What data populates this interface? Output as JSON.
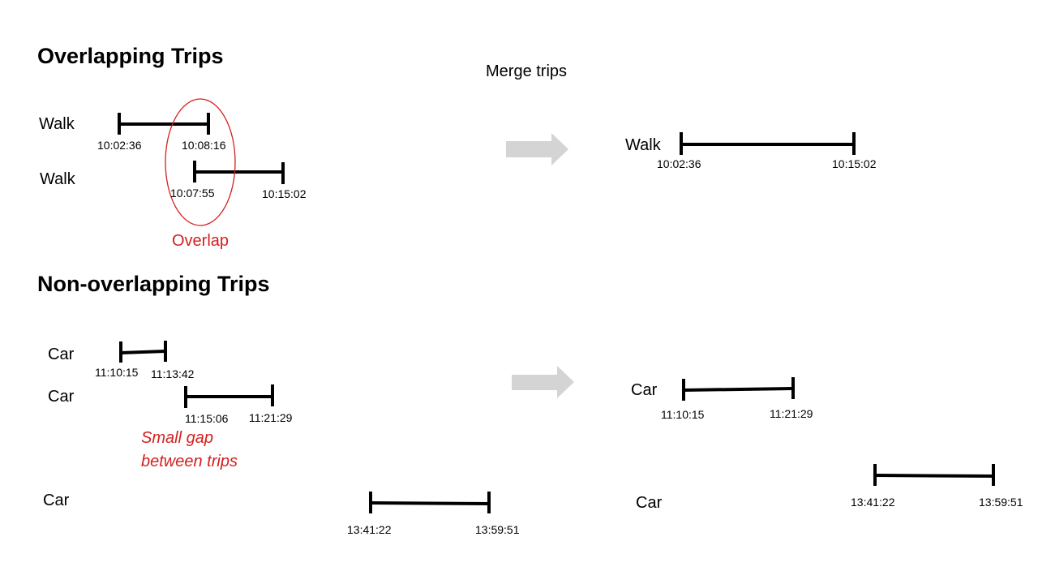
{
  "headings": {
    "overlapping": "Overlapping Trips",
    "non_overlapping": "Non-overlapping Trips",
    "merge": "Merge trips"
  },
  "overlap": {
    "label": "Overlap",
    "trips": [
      {
        "mode": "Walk",
        "start": "10:02:36",
        "end": "10:08:16"
      },
      {
        "mode": "Walk",
        "start": "10:07:55",
        "end": "10:15:02"
      }
    ],
    "merged": [
      {
        "mode": "Walk",
        "start": "10:02:36",
        "end": "10:15:02"
      }
    ]
  },
  "non_overlap": {
    "gap_note_line1": "Small gap",
    "gap_note_line2": "between trips",
    "trips": [
      {
        "mode": "Car",
        "start": "11:10:15",
        "end": "11:13:42"
      },
      {
        "mode": "Car",
        "start": "11:15:06",
        "end": "11:21:29"
      },
      {
        "mode": "Car",
        "start": "13:41:22",
        "end": "13:59:51"
      }
    ],
    "merged": [
      {
        "mode": "Car",
        "start": "11:10:15",
        "end": "11:21:29"
      },
      {
        "mode": "Car",
        "start": "13:41:22",
        "end": "13:59:51"
      }
    ]
  },
  "colors": {
    "annotation": "#d42020",
    "arrow": "#d4d4d4",
    "line": "#000000"
  }
}
